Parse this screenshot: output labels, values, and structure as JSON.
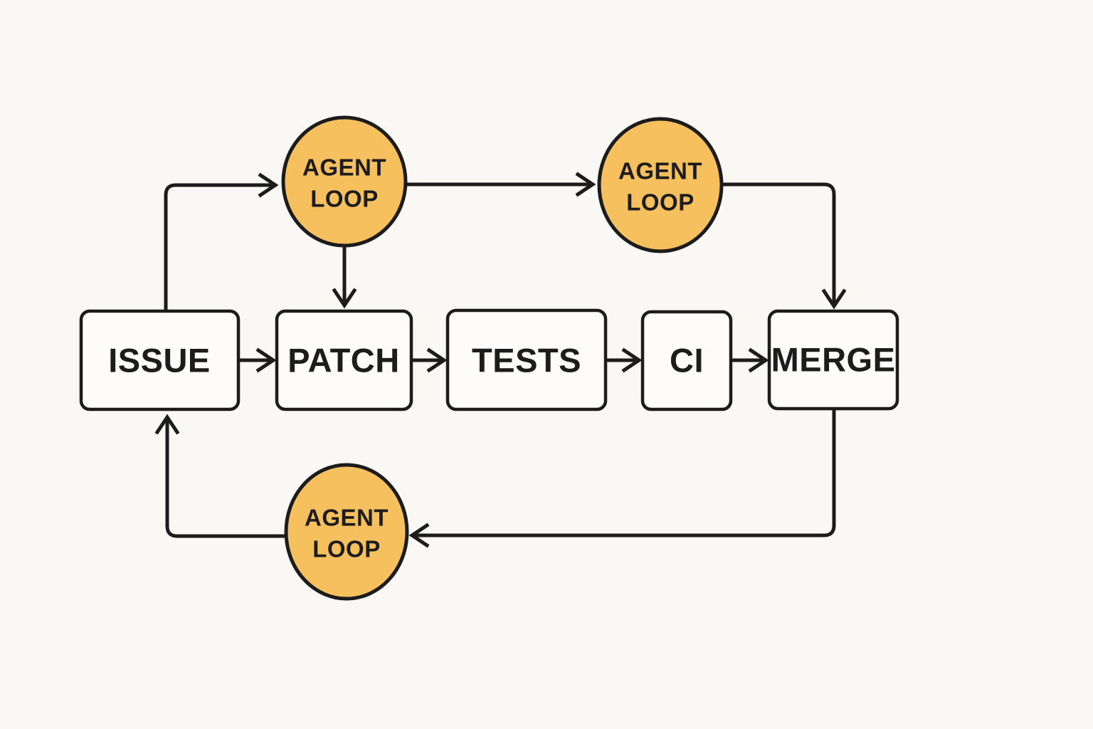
{
  "diagram": {
    "colors": {
      "background": "#FAF8F4",
      "node_fill": "#FDFCFA",
      "loop_fill": "#F6C05E",
      "stroke": "#1C1C1C"
    },
    "nodes": [
      {
        "id": "issue",
        "label": "ISSUE"
      },
      {
        "id": "patch",
        "label": "PATCH"
      },
      {
        "id": "tests",
        "label": "TESTS"
      },
      {
        "id": "ci",
        "label": "CI"
      },
      {
        "id": "merge",
        "label": "MERGE"
      }
    ],
    "agent_loops": [
      {
        "id": "agent-loop-top-left",
        "lines": [
          "AGENT",
          "LOOP"
        ]
      },
      {
        "id": "agent-loop-top-right",
        "lines": [
          "AGENT",
          "LOOP"
        ]
      },
      {
        "id": "agent-loop-bottom",
        "lines": [
          "AGENT",
          "LOOP"
        ]
      }
    ],
    "edges": [
      {
        "from": "issue",
        "to": "agent-loop-top-left"
      },
      {
        "from": "agent-loop-top-left",
        "to": "agent-loop-top-right"
      },
      {
        "from": "agent-loop-top-left",
        "to": "patch"
      },
      {
        "from": "issue",
        "to": "patch"
      },
      {
        "from": "patch",
        "to": "tests"
      },
      {
        "from": "tests",
        "to": "ci"
      },
      {
        "from": "ci",
        "to": "merge"
      },
      {
        "from": "agent-loop-top-right",
        "to": "merge"
      },
      {
        "from": "merge",
        "to": "agent-loop-bottom"
      },
      {
        "from": "agent-loop-bottom",
        "to": "issue"
      }
    ]
  }
}
